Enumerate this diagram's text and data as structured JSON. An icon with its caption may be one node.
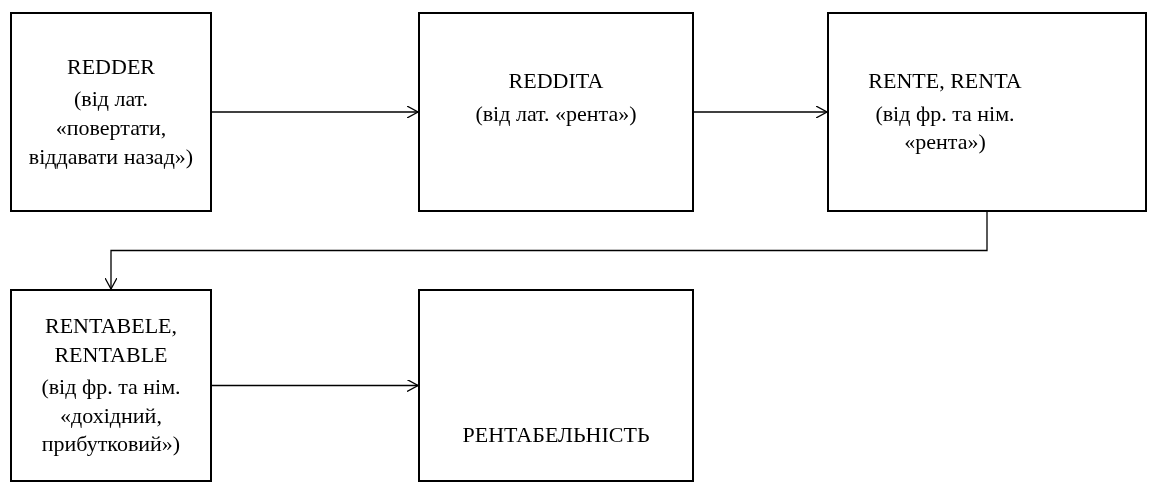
{
  "diagram": {
    "nodes": [
      {
        "text": [
          "REDDER",
          "(від лат. «повертати, віддавати назад»)"
        ]
      },
      {
        "text": [
          "REDDITA",
          "(від лат. «рента»)"
        ]
      },
      {
        "text": [
          "RENTE, RENTA",
          "(від фр. та нім. «рента»)"
        ]
      },
      {
        "text": [
          "RENTABELE, RENTABLE",
          "(від фр. та нім. «дохідний, прибутковий»)"
        ]
      },
      {
        "text": [
          "РЕНТАБЕЛЬНІСТЬ"
        ]
      }
    ],
    "edges": [
      {
        "from": 0,
        "to": 1,
        "arrow": "to"
      },
      {
        "from": 1,
        "to": 2,
        "arrow": "to"
      },
      {
        "from": 2,
        "to": 3,
        "arrow": "to"
      },
      {
        "from": 3,
        "to": 4,
        "arrow": "to"
      }
    ]
  }
}
